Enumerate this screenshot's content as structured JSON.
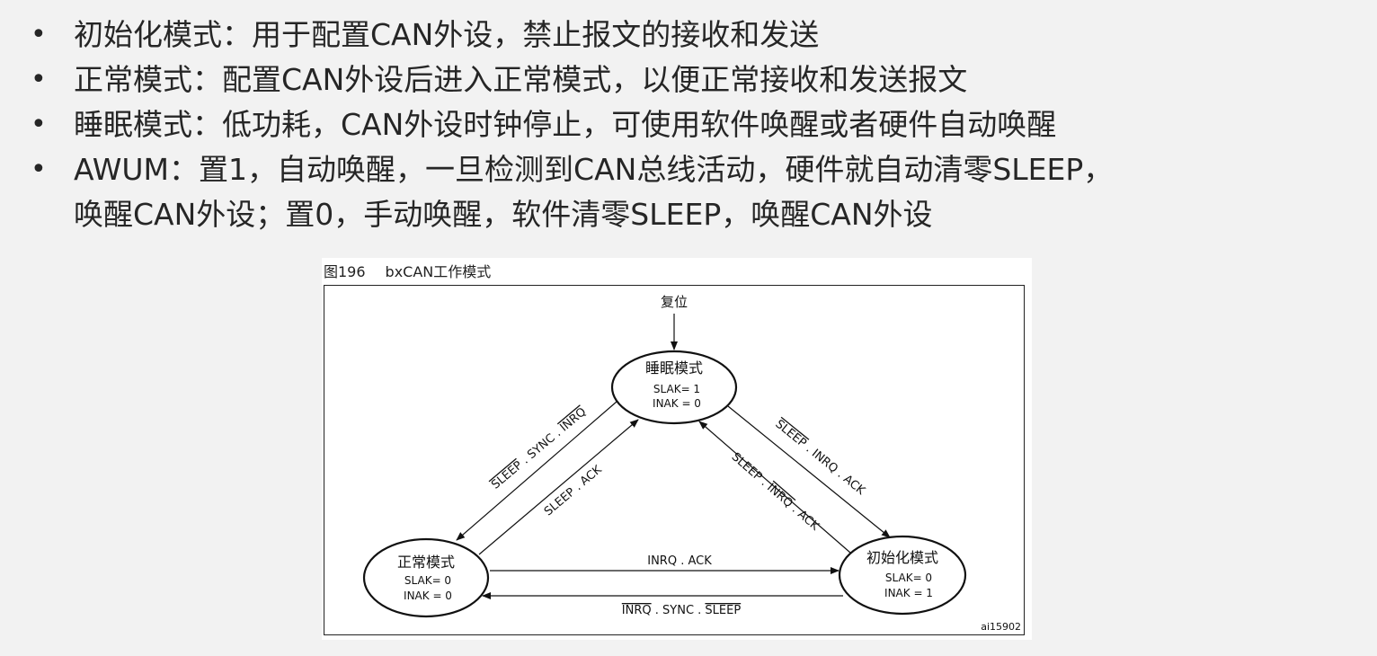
{
  "bullets": [
    {
      "marker": "•",
      "lines": [
        "初始化模式：用于配置CAN外设，禁止报文的接收和发送"
      ]
    },
    {
      "marker": "•",
      "lines": [
        "正常模式：配置CAN外设后进入正常模式，以便正常接收和发送报文"
      ]
    },
    {
      "marker": "•",
      "lines": [
        "睡眠模式：低功耗，CAN外设时钟停止，可使用软件唤醒或者硬件自动唤醒"
      ]
    },
    {
      "marker": "•",
      "lines": [
        "AWUM：置1，自动唤醒，一旦检测到CAN总线活动，硬件就自动清零SLEEP，",
        "唤醒CAN外设；置0，手动唤醒，软件清零SLEEP，唤醒CAN外设"
      ]
    }
  ],
  "figure": {
    "number": "图196",
    "title": "bxCAN工作模式",
    "figure_id": "ai15902",
    "reset_label": "复位",
    "states": {
      "sleep": {
        "name": "睡眠模式",
        "line1": "SLAK= 1",
        "line2": "INAK = 0"
      },
      "normal": {
        "name": "正常模式",
        "line1": "SLAK= 0",
        "line2": "INAK = 0"
      },
      "init": {
        "name": "初始化模式",
        "line1": "SLAK= 0",
        "line2": "INAK = 1"
      }
    },
    "transitions": {
      "sleep_to_normal": {
        "parts": [
          "SLEEP",
          " . SYNC . ",
          "INRQ"
        ],
        "overline": [
          true,
          false,
          true
        ]
      },
      "normal_to_sleep": {
        "parts": [
          "SLEEP . ACK"
        ],
        "overline": [
          false
        ]
      },
      "sleep_to_init": {
        "parts": [
          "SLEEP",
          " . INRQ . ACK"
        ],
        "overline": [
          true,
          false
        ]
      },
      "init_to_sleep": {
        "parts": [
          "SLEEP . ",
          "INRQ",
          " . ACK"
        ],
        "overline": [
          false,
          true,
          false
        ]
      },
      "normal_to_init": {
        "parts": [
          "INRQ . ACK"
        ],
        "overline": [
          false
        ]
      },
      "init_to_normal": {
        "parts": [
          "INRQ",
          " . SYNC . ",
          "SLEEP"
        ],
        "overline": [
          true,
          false,
          true
        ]
      }
    }
  }
}
